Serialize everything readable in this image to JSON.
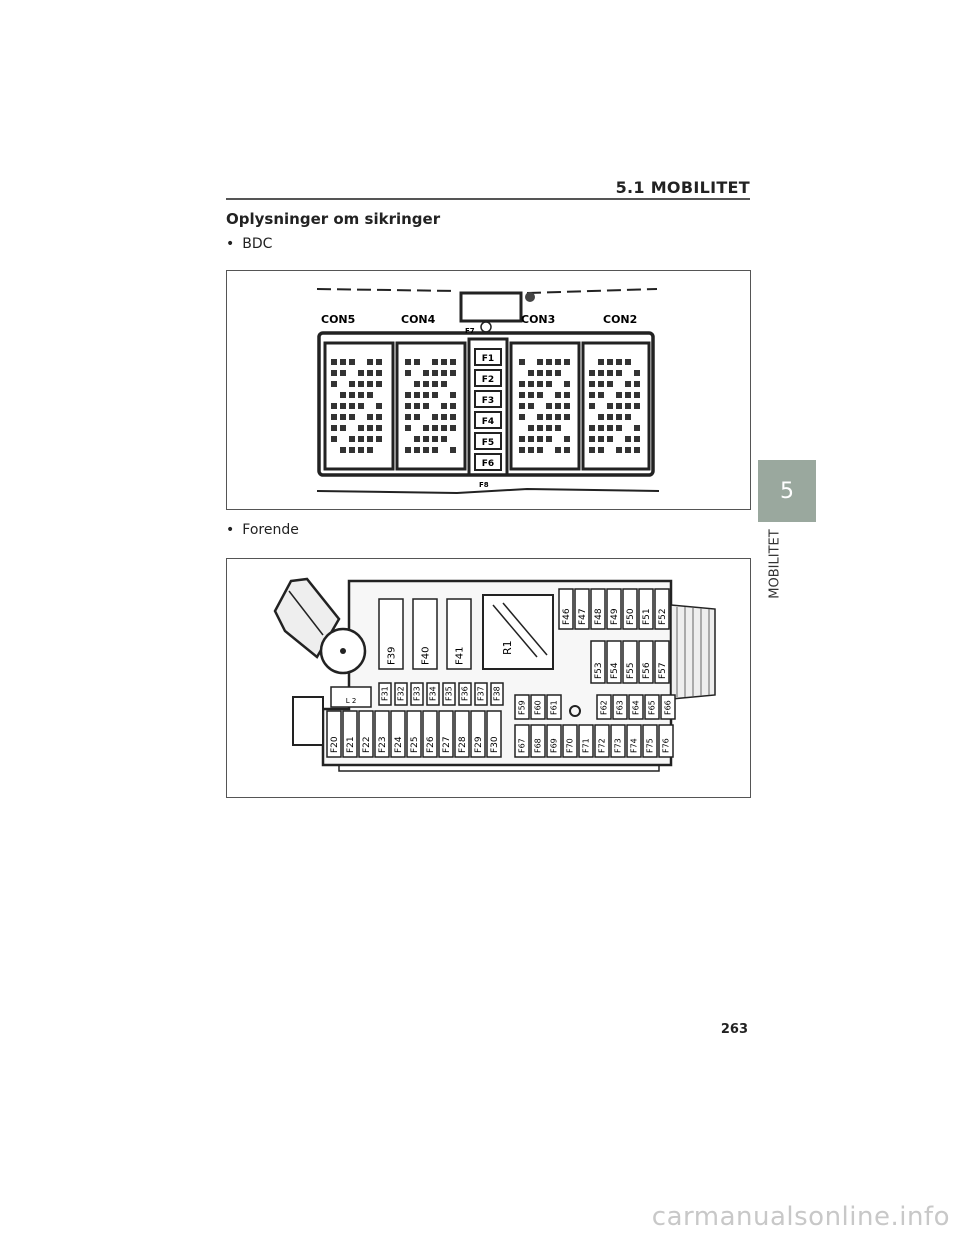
{
  "header": {
    "title": "5.1  MOBILITET"
  },
  "section": {
    "heading": "Oplysninger om sikringer"
  },
  "bullets": {
    "first": "BDC",
    "second": "Forende",
    "dot": "•"
  },
  "bdc_diagram": {
    "connectors": [
      "CON5",
      "CON4",
      "CON3",
      "CON2"
    ],
    "fuses": [
      "F1",
      "F2",
      "F3",
      "F4",
      "F5",
      "F6"
    ],
    "top_label": "F7",
    "bottom_label": "F8"
  },
  "front_diagram": {
    "large_fuses": [
      "F39",
      "F40",
      "F41"
    ],
    "relay": "R1",
    "top_right_row": [
      "F46",
      "F47",
      "F48",
      "F49",
      "F50",
      "F51",
      "F52"
    ],
    "mid_right_row": [
      "F53",
      "F54",
      "F55",
      "F56",
      "F57"
    ],
    "small_upper_row": [
      "F31",
      "F32",
      "F33",
      "F34",
      "F35",
      "F36",
      "F37",
      "F38"
    ],
    "bottom_left_row": [
      "F20",
      "F21",
      "F22",
      "F23",
      "F24",
      "F25",
      "F26",
      "F27",
      "F28",
      "F29",
      "F30"
    ],
    "center_upper_row": [
      "F59",
      "F60",
      "F61"
    ],
    "right_upper_row": [
      "F62",
      "F63",
      "F64",
      "F65",
      "F66"
    ],
    "bottom_right_row": [
      "F67",
      "F68",
      "F69",
      "F70",
      "F71",
      "F72",
      "F73",
      "F74",
      "F75",
      "F76"
    ],
    "label_small": "L 2"
  },
  "side_tab": {
    "number": "5",
    "label": "MOBILITET"
  },
  "footer": {
    "page_number": "263",
    "watermark": "carmanualsonline.info"
  }
}
